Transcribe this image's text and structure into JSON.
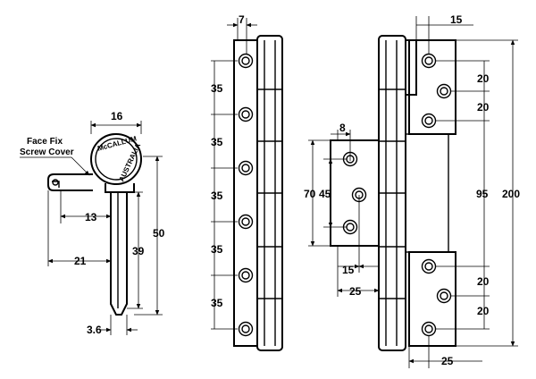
{
  "labels": {
    "face_fix_line1": "Face Fix",
    "face_fix_line2": "Screw Cover",
    "brand_top": "McCALLUM",
    "brand_bottom": "AUSTRALIA"
  },
  "side_view": {
    "width_top": "16",
    "offset_13": "13",
    "offset_21": "21",
    "height_39": "39",
    "height_50": "50",
    "thickness": "3.6"
  },
  "front_view": {
    "edge_offset": "7",
    "spacings": [
      "35",
      "35",
      "35",
      "35",
      "35"
    ]
  },
  "rear_view": {
    "edge_offset": "15",
    "top_gap_1": "20",
    "top_gap_2": "20",
    "bottom_gap_1": "20",
    "bottom_gap_2": "20",
    "height_95": "95",
    "height_200": "200",
    "bottom_width": "25"
  },
  "leaf_view": {
    "edge_offset": "8",
    "height_70": "70",
    "height_45": "45",
    "offset_15": "15",
    "offset_25": "25"
  }
}
